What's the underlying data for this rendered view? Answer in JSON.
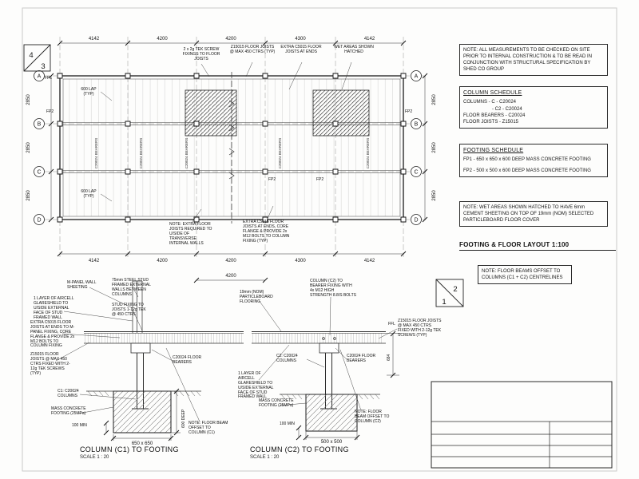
{
  "markers": {
    "top_left": {
      "upper": "4",
      "lower": "3"
    },
    "section": {
      "upper": "2",
      "lower": "1"
    }
  },
  "panels": {
    "general_note": "NOTE: ALL MEASUREMENTS TO BE CHECKED ON SITE PRIOR TO INTERNAL CONSTRUCTION & TO BE READ IN CONJUNCTION WITH STRUCTURAL SPECIFICATION BY SHED CO GROUP",
    "column_schedule": {
      "title": "COLUMN SCHEDULE",
      "row1": "COLUMNS - C - C20024",
      "row2": "- C2 - C20024",
      "row3": "FLOOR BEARERS - C20024",
      "row4": "FLOOR JOISTS - Z15015"
    },
    "footing_schedule": {
      "title": "FOOTING SCHEDULE",
      "row1": "FP1 - 650 x 650 x 600 DEEP MASS CONCRETE FOOTING",
      "row2": "FP2 - 500 x 500 x 600 DEEP MASS CONCRETE FOOTING"
    },
    "wet_area_note": "NOTE: WET AREAS SHOWN HATCHED TO HAVE 6mm CEMENT SHEETING ON TOP OF 19mm (NOM) SELECTED PARTICLEBOARD FLOOR COVER",
    "layout_title": "FOOTING & FLOOR LAYOUT  1:100",
    "floor_beam_note": "NOTE: FLOOR BEAMS OFFSET TO COLUMNS (C1 + C2) CENTRELINES"
  },
  "plan": {
    "grid_rows": [
      "A",
      "B",
      "C",
      "D"
    ],
    "dims_top": [
      "4142",
      "4200",
      "4200",
      "4300",
      "4142"
    ],
    "dims_bottom": [
      "4142",
      "4200",
      "4200",
      "4300",
      "4142"
    ],
    "dims_left": [
      "2850",
      "2850",
      "2850"
    ],
    "dims_right": [
      "2850",
      "2850",
      "2850"
    ],
    "dim_detail": "4200",
    "labels": {
      "tek_screw": "2 x 2g TEK SCREW FIXINGS TO FLOOR JOISTS",
      "joists": "Z15015 FLOOR JOISTS @ MAX 450 CTRS (TYP)",
      "extra_joists_ends": "EXTRA C5015 FLOOR JOISTS AT ENDS",
      "wet_areas": "WET AREAS SHOWN HATCHED",
      "lap": "600 LAP (TYP)",
      "fp1": "FP1",
      "fp2": "FP2",
      "bearers": "C20024 BEARERS",
      "note_extra_joists": "NOTE: EXTRA FLOOR JOISTS REQUIRED TO U/SIDE OF TRANSVERSE INTERNAL WALLS",
      "note_extra_c5015": "EXTRA C5015 FLOOR JOISTS AT ENDS, CORE FLANGE & PROVIDE 2x M12 BOLTS TO COLUMN FIXING (TYP)"
    }
  },
  "detail_c1": {
    "title": "COLUMN (C1) TO FOOTING",
    "scale": "SCALE 1 : 20",
    "labels": {
      "m_panel": "M-PANEL WALL SHEETING",
      "aircell": "1 LAYER OF AIRCELL GLARESHIELD TO U/SIDE EXTERNAL FACE OF STUD FRAMED WALL",
      "extra_c5015": "EXTRA C5015 FLOOR JOISTS AT ENDS TO M-PANEL FIXING, CORE FLANGE & PROVIDE 2x M12 BOLTS TO COLUMN FIXING",
      "z15015": "Z15015 FLOOR JOISTS @ MAX 450 CTRS FIXED WITH 2-12g TEK SCREWS (TYP)",
      "steel_stud": "75mm STEEL STUD FRAMED EXTERNAL WALLS BETWEEN COLUMNS",
      "stud_fixing": "STUD FIXING TO JOISTS 1-12g TEK @ 450 CTRS",
      "bearers": "C20024 FLOOR BEARERS",
      "columns": "C1: C20024 COLUMNS",
      "footing": "MASS CONCRETE FOOTING (25MPa)",
      "note_offset": "NOTE: FLOOR BEAM OFFSET TO COLUMN (C1)"
    },
    "dims": {
      "footing": "650 x 650",
      "cover": "100 MIN",
      "deep": "600 DEEP"
    }
  },
  "detail_c2": {
    "title": "COLUMN (C2) TO FOOTING",
    "scale": "SCALE 1 : 20",
    "labels": {
      "particleboard": "19mm (NOM) PARTICLEBOARD FLOORING",
      "bearer_fixing": "COLUMN (C2) TO BEARER FIXING WITH 4x M12 HIGH STRENGTH 8.8/S BOLTS",
      "aircell": "1 LAYER OF AIRCELL GLARESHIELD TO U/SIDE EXTERNAL FACE OF STUD FRAMED WALL",
      "columns": "C2: C20024 COLUMNS",
      "bearers": "C20024 FLOOR BEARERS",
      "footing": "MASS CONCRETE FOOTING (25MPa)",
      "note_offset": "NOTE: FLOOR BEAM OFFSET TO COLUMN (C2)",
      "ffl": "FFL",
      "z15015_right": "Z15015 FLOOR JOISTS @ MAX 450 CTRS FIXED WITH 2-12g TEK SCREWS (TYP)"
    },
    "dims": {
      "footing": "500 x 500",
      "cover": "100 MIN",
      "height": "684"
    }
  }
}
